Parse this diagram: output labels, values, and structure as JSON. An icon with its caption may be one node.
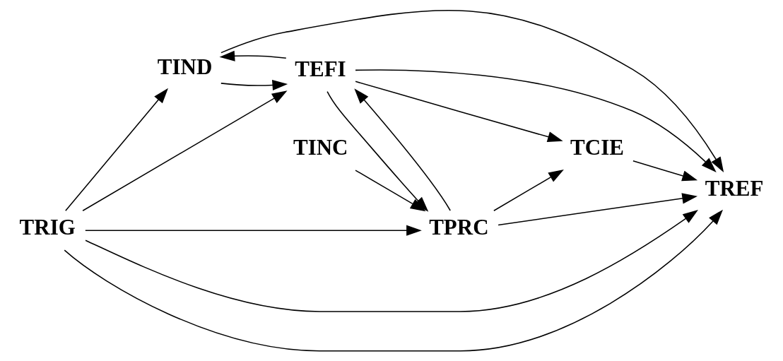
{
  "diagram": {
    "nodes": [
      {
        "text": [
          "TIND"
        ]
      },
      {
        "text": [
          "TRIG"
        ]
      },
      {
        "text": [
          "TEFI"
        ]
      },
      {
        "text": [
          "TREF"
        ]
      },
      {
        "text": [
          "TINC"
        ]
      },
      {
        "text": [
          "TPRC"
        ]
      },
      {
        "text": [
          "TCIE"
        ]
      }
    ],
    "edges": [
      {
        "from": 1,
        "to": 3,
        "arrow": "to"
      },
      {
        "from": 1,
        "to": 3,
        "arrow": "to"
      },
      {
        "from": 1,
        "to": 0,
        "arrow": "to"
      },
      {
        "from": 0,
        "to": 2,
        "arrow": "to"
      },
      {
        "from": 2,
        "to": 0,
        "arrow": "to"
      },
      {
        "from": 0,
        "to": 3,
        "arrow": "to"
      },
      {
        "from": 1,
        "to": 2,
        "arrow": "to"
      },
      {
        "from": 2,
        "to": 3,
        "arrow": "to"
      },
      {
        "from": 1,
        "to": 5,
        "arrow": "to"
      },
      {
        "from": 2,
        "to": 5,
        "arrow": "to"
      },
      {
        "from": 5,
        "to": 2,
        "arrow": "to"
      },
      {
        "from": 2,
        "to": 6,
        "arrow": "to"
      },
      {
        "from": 6,
        "to": 3,
        "arrow": "to"
      },
      {
        "from": 4,
        "to": 5,
        "arrow": "to"
      },
      {
        "from": 5,
        "to": 6,
        "arrow": "to"
      },
      {
        "from": 5,
        "to": 3,
        "arrow": "to"
      }
    ]
  }
}
